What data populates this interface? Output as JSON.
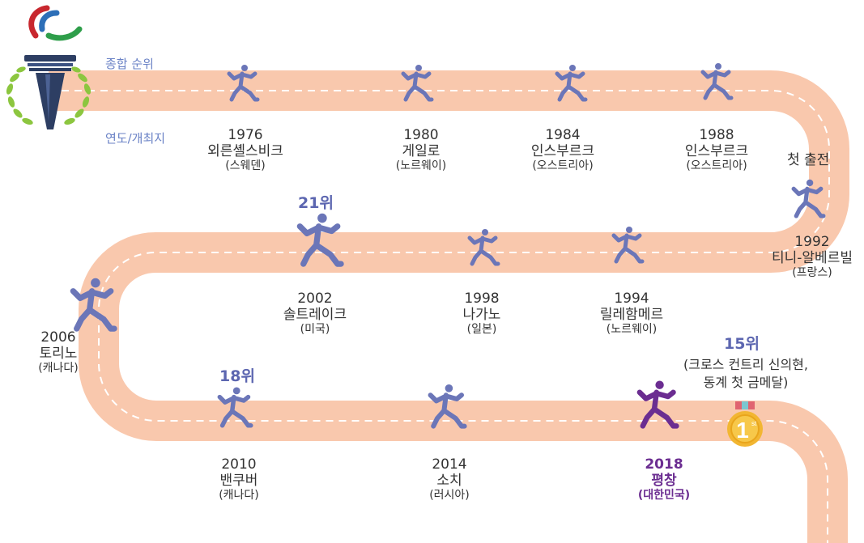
{
  "legend": {
    "rank_label": "종합 순위",
    "venue_label": "연도/개최지"
  },
  "first_entry": "첫 출전",
  "milestones": [
    {
      "year": "1976",
      "city": "외른셸스비크",
      "country": "(스웨덴)"
    },
    {
      "year": "1980",
      "city": "게일로",
      "country": "(노르웨이)"
    },
    {
      "year": "1984",
      "city": "인스부르크",
      "country": "(오스트리아)"
    },
    {
      "year": "1988",
      "city": "인스부르크",
      "country": "(오스트리아)"
    },
    {
      "year": "1992",
      "city": "티니-알베르빌",
      "country": "(프랑스)"
    },
    {
      "year": "1994",
      "city": "릴레함메르",
      "country": "(노르웨이)"
    },
    {
      "year": "1998",
      "city": "나가노",
      "country": "(일본)"
    },
    {
      "year": "2002",
      "city": "솔트레이크",
      "country": "(미국)",
      "rank": "21위"
    },
    {
      "year": "2006",
      "city": "토리노",
      "country": "(캐나다)"
    },
    {
      "year": "2010",
      "city": "밴쿠버",
      "country": "(캐나다)",
      "rank": "18위"
    },
    {
      "year": "2014",
      "city": "소치",
      "country": "(러시아)"
    },
    {
      "year": "2018",
      "city": "평창",
      "country": "(대한민국)",
      "rank": "15위",
      "highlight": true
    }
  ],
  "pyeongchang_note": {
    "line1": "(크로스 컨트리 신의현,",
    "line2": "동계 첫 금메달)"
  },
  "medal": {
    "number": "1",
    "suffix": "st"
  },
  "colors": {
    "track": "#f9c8ad",
    "lane_line": "#ffffff",
    "runner": "#6b76b8",
    "runner_highlight": "#6b2d91",
    "rank": "#5c66b0",
    "legend": "#6a82c6",
    "medal": "#f2b632",
    "laurel": "#8cc63f",
    "torch": "#2d3e63"
  },
  "icons": {
    "logo": "paralympic-agitos-icon",
    "torch": "torch-icon",
    "laurel": "laurel-wreath-icon",
    "runner": "runner-icon",
    "medal": "gold-medal-icon"
  }
}
